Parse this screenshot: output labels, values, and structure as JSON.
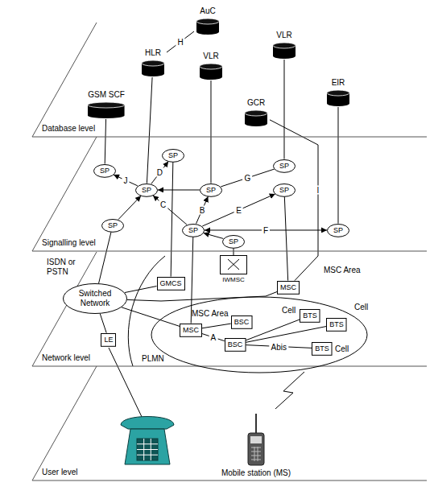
{
  "diagram": {
    "nodes": [
      {
        "text": [
          "Database level"
        ]
      },
      {
        "text": [
          "AuC"
        ],
        "in": 0
      },
      {
        "text": [
          "HLR"
        ],
        "in": 0
      },
      {
        "text": [
          "VLR"
        ],
        "in": 0
      },
      {
        "text": [
          "VLR"
        ],
        "in": 0
      },
      {
        "text": [
          "GSM SCF"
        ],
        "in": 0
      },
      {
        "text": [
          "GCR"
        ],
        "in": 0
      },
      {
        "text": [
          "EIR"
        ],
        "in": 0
      },
      {
        "text": [
          "Signalling level"
        ]
      },
      {
        "text": [
          "SP"
        ],
        "in": 8
      },
      {
        "text": [
          "SP"
        ],
        "in": 8
      },
      {
        "text": [
          "SP"
        ],
        "in": 8
      },
      {
        "text": [
          "SP"
        ],
        "in": 8
      },
      {
        "text": [
          "SP"
        ],
        "in": 8
      },
      {
        "text": [
          "SP"
        ],
        "in": 8
      },
      {
        "text": [
          "SP"
        ],
        "in": 8
      },
      {
        "text": [
          "SP"
        ],
        "in": 8
      },
      {
        "text": [
          "SP"
        ],
        "in": 8
      },
      {
        "text": [
          "SP"
        ],
        "in": 8
      },
      {
        "text": [
          "Network level"
        ]
      },
      {
        "text": [
          "Switched Network"
        ],
        "in": 19
      },
      {
        "text": [
          "GMCS"
        ],
        "in": 19
      },
      {
        "text": [
          "IWMSC"
        ],
        "in": 19
      },
      {
        "text": [
          "MSC"
        ],
        "in": 19
      },
      {
        "text": [
          "LE"
        ],
        "in": 19
      },
      {
        "text": [
          "MSC Area"
        ],
        "in": 19
      },
      {
        "text": [
          "MSC"
        ],
        "in": 25
      },
      {
        "text": [
          "BSC"
        ],
        "in": 25
      },
      {
        "text": [
          "BSC"
        ],
        "in": 25
      },
      {
        "text": [
          "BTS"
        ],
        "in": 25
      },
      {
        "text": [
          "BTS"
        ],
        "in": 25
      },
      {
        "text": [
          "BTS"
        ],
        "in": 25
      },
      {
        "text": [
          "User level"
        ]
      }
    ],
    "edges": [
      {
        "from": 2,
        "to": 1,
        "label": "H",
        "arrow": "none"
      },
      {
        "from": 5,
        "to": 9,
        "arrow": "none"
      },
      {
        "from": 10,
        "to": 9,
        "label": "J",
        "arrow": "to"
      },
      {
        "from": 2,
        "to": 10,
        "arrow": "none"
      },
      {
        "from": 10,
        "to": 11,
        "label": "D",
        "arrow": "to"
      },
      {
        "from": 12,
        "to": 10,
        "arrow": "to"
      },
      {
        "from": 3,
        "to": 12,
        "arrow": "none"
      },
      {
        "from": 12,
        "to": 13,
        "label": "G",
        "arrow": "none"
      },
      {
        "from": 4,
        "to": 13,
        "arrow": "none"
      },
      {
        "from": 15,
        "to": 12,
        "label": "B",
        "arrow": "to"
      },
      {
        "from": 15,
        "to": 10,
        "label": "C",
        "arrow": "to"
      },
      {
        "from": 15,
        "to": 14,
        "label": "E",
        "arrow": "to"
      },
      {
        "from": 15,
        "to": 17,
        "label": "F",
        "arrow": "both"
      },
      {
        "from": 18,
        "to": 10,
        "arrow": "to"
      },
      {
        "from": 16,
        "to": 15,
        "arrow": "to"
      },
      {
        "from": 7,
        "to": 17,
        "arrow": "none"
      },
      {
        "from": 6,
        "to": 23,
        "label": "I",
        "arrow": "none"
      },
      {
        "from": 11,
        "to": 21,
        "arrow": "none"
      },
      {
        "from": 14,
        "to": 23,
        "arrow": "none"
      },
      {
        "from": 15,
        "to": 26,
        "arrow": "none"
      },
      {
        "from": 16,
        "to": 22,
        "arrow": "none"
      },
      {
        "from": 18,
        "to": 20,
        "arrow": "none"
      },
      {
        "from": 20,
        "to": 21,
        "arrow": "none"
      },
      {
        "from": 20,
        "to": 26,
        "arrow": "none"
      },
      {
        "from": 20,
        "to": 23,
        "arrow": "none"
      },
      {
        "from": 20,
        "to": 24,
        "arrow": "none"
      },
      {
        "from": 26,
        "to": 27,
        "arrow": "none"
      },
      {
        "from": 26,
        "to": 28,
        "label": "A",
        "arrow": "none"
      },
      {
        "from": 28,
        "to": 29,
        "arrow": "none"
      },
      {
        "from": 28,
        "to": 30,
        "arrow": "none"
      },
      {
        "from": 28,
        "to": 31,
        "label": "Abis",
        "arrow": "none"
      }
    ],
    "labels": [
      "ISDN or PSTN",
      "PLMN",
      "MSC Area",
      "Cell",
      "Cell",
      "Cell",
      "Mobile station (MS)"
    ]
  }
}
